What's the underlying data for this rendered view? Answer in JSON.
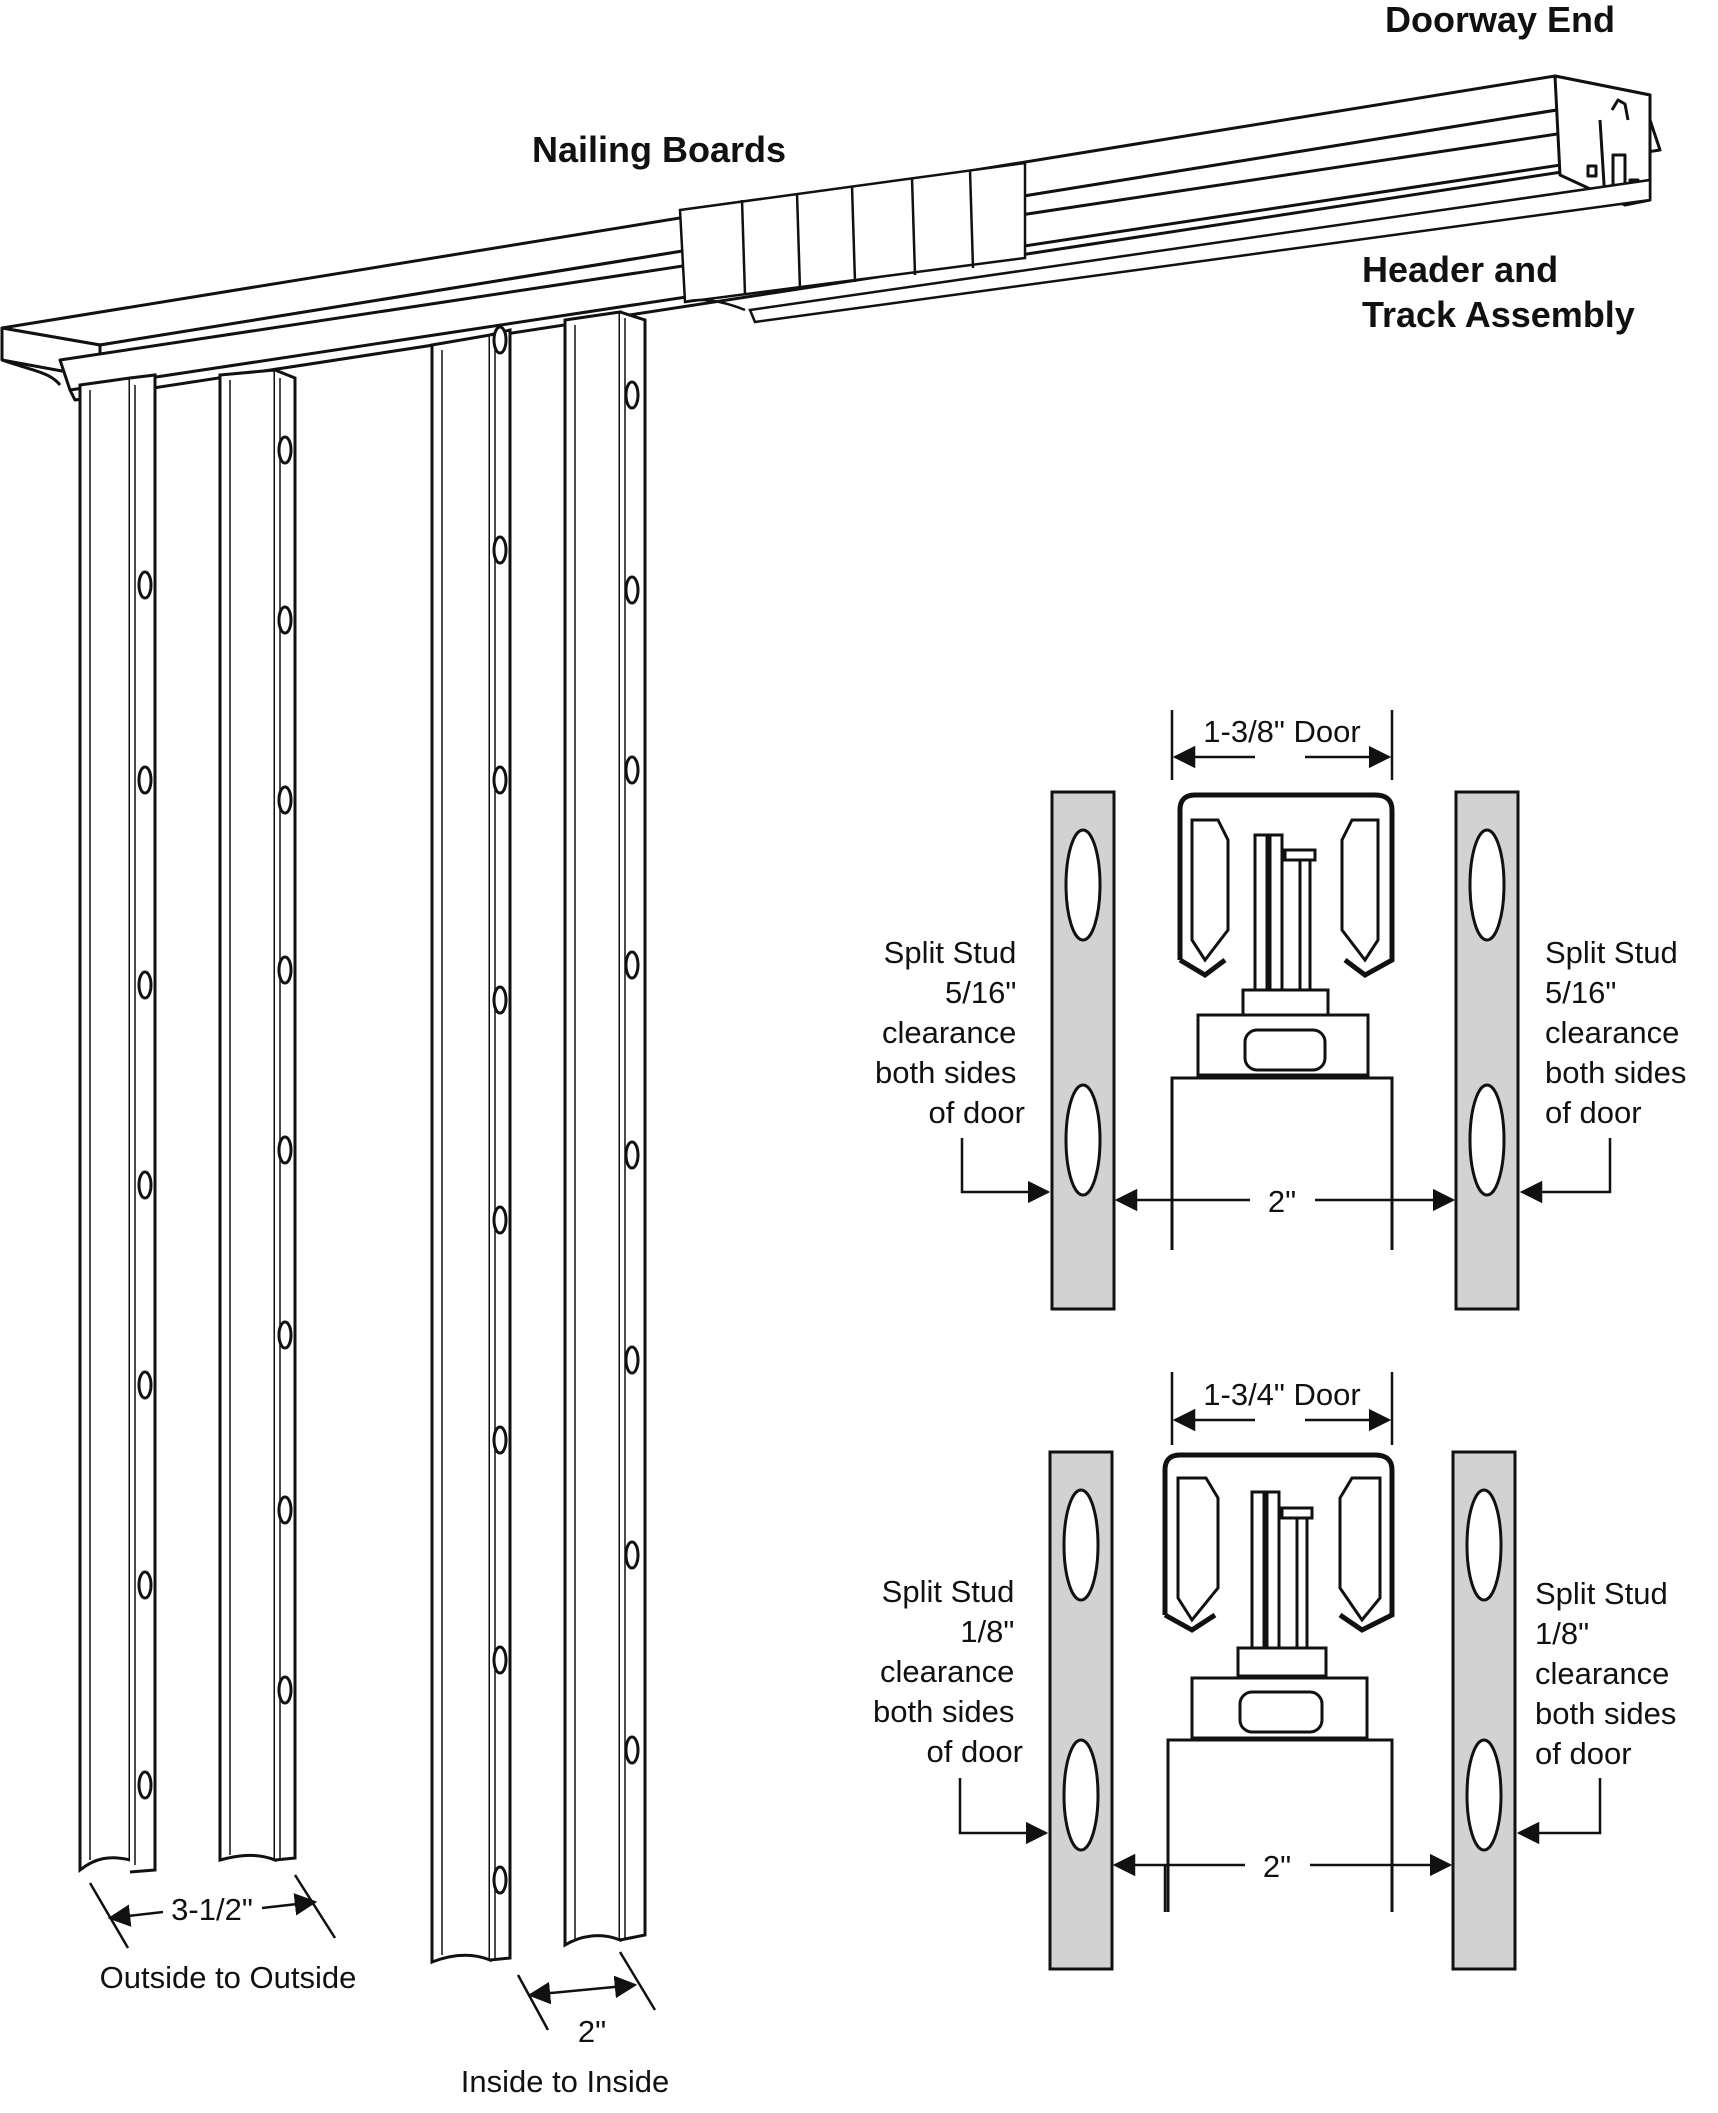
{
  "labels": {
    "doorway_end": "Doorway End",
    "nailing_boards": "Nailing Boards",
    "header_line1": "Header and",
    "header_line2": "Track Assembly",
    "dim_outside": "3-1/2\"",
    "outside_caption": "Outside to Outside",
    "dim_inside": "2\"",
    "inside_caption": "Inside to Inside"
  },
  "details": [
    {
      "door_label": "1-3/8\" Door",
      "gap_label": "2\"",
      "left_note": [
        "Split Stud",
        "5/16\"",
        "clearance",
        "both sides",
        "of door"
      ],
      "right_note": [
        "Split Stud",
        "5/16\"",
        "clearance",
        "both sides",
        "of door"
      ]
    },
    {
      "door_label": "1-3/4\" Door",
      "gap_label": "2\"",
      "left_note": [
        "Split Stud",
        "1/8\"",
        "clearance",
        "both sides",
        "of door"
      ],
      "right_note": [
        "Split Stud",
        "1/8\"",
        "clearance",
        "both sides",
        "of door"
      ]
    }
  ],
  "colors": {
    "stud_fill": "#d2d2d2",
    "line": "#111111"
  }
}
